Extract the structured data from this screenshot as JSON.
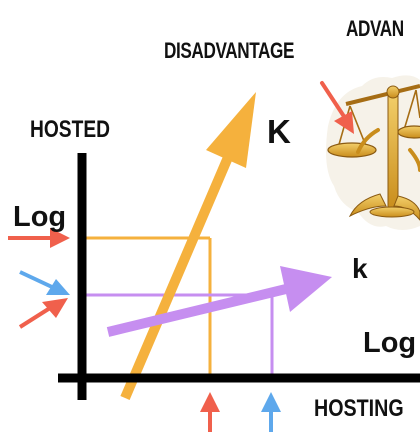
{
  "labels": {
    "disadvantage": "DISADVANTAGE",
    "advantage": "ADVAN",
    "y_axis_title": "HOSTED",
    "y_axis_scale": "Log",
    "x_axis_title": "HOSTING",
    "x_axis_scale": "Log",
    "big_k": "K",
    "small_k": "k"
  },
  "colors": {
    "orange": "#f5b13d",
    "purple": "#c68ef0",
    "red_marker": "#f0604c",
    "blue_marker": "#5ea8ec",
    "axis": "#000000",
    "scale_icon": "#e0a92a"
  },
  "icons": {
    "scale": "balance-scale-icon"
  }
}
